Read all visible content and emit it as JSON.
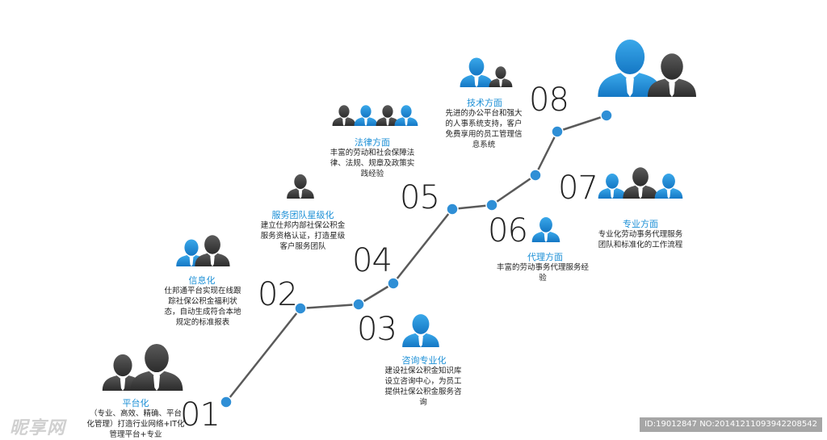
{
  "steps": [
    {
      "num": "01",
      "title": "平台化",
      "desc": "（专业、高效、精确、平台化管理）打造行业网络+IT化管理平台+专业"
    },
    {
      "num": "02",
      "title": "信息化",
      "desc": "仕邦通平台实现在线跟踪社保公积金福利状态，自动生成符合本地规定的标准报表"
    },
    {
      "num": "03",
      "title": "咨询专业化",
      "desc": "建设社保公积金知识库设立咨询中心，为员工提供社保公积金服务咨询"
    },
    {
      "num": "04",
      "title": "服务团队星级化",
      "desc": "建立仕邦内部社保公积金服务资格认证，打造星级客户服务团队"
    },
    {
      "num": "05",
      "title": "法律方面",
      "desc": "丰富的劳动和社会保障法律、法规、规章及政策实践经验"
    },
    {
      "num": "06",
      "title": "代理方面",
      "desc": "丰富的劳动事务代理服务经验"
    },
    {
      "num": "07",
      "title": "专业方面",
      "desc": "专业化劳动事务代理服务团队和标准化的工作流程"
    },
    {
      "num": "08",
      "title": "技术方面",
      "desc": "先进的办公平台和强大的人事系统支持，客户免费享用的员工管理信息系统"
    }
  ],
  "colors": {
    "blue": "#1b8fd6",
    "dark": "#3a3a3a",
    "line": "#5a5a5a",
    "dot": "#2f8fd6"
  },
  "watermark": {
    "left": "昵享网",
    "right": "ID:19012847 NO:20141211093942208542"
  }
}
